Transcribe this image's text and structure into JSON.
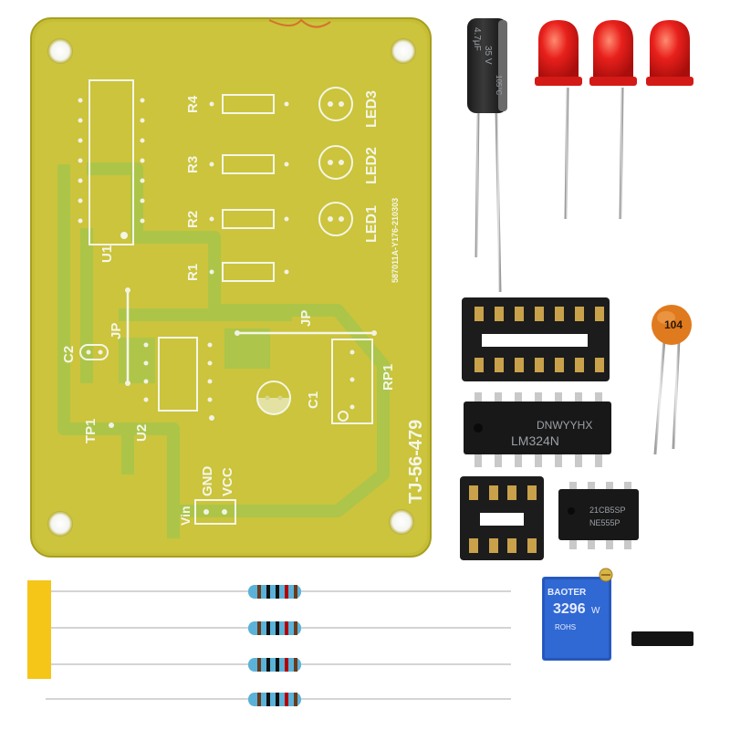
{
  "board": {
    "title": "TJ-56-479",
    "code": "587011A-Y176-210303",
    "labels": {
      "u1": "U1",
      "u2": "U2",
      "r1": "R1",
      "r2": "R2",
      "r3": "R3",
      "r4": "R4",
      "led1": "LED1",
      "led2": "LED2",
      "led3": "LED3",
      "c1": "C1",
      "c2": "C2",
      "jp_left": "JP",
      "jp_top": "JP",
      "rp1": "RP1",
      "tp1": "TP1",
      "vin": "Vin",
      "gnd": "GND",
      "vcc": "VCC"
    }
  },
  "parts": {
    "cap_marking": [
      "4.7μF",
      "35 V",
      "105°C"
    ],
    "ceramic_marking": "104",
    "chip_large_marking": [
      "LM324N",
      "DNWYYHX"
    ],
    "chip_small_marking": [
      "NE555P",
      "21CB5SP"
    ],
    "pot_marking": [
      "BAOTER",
      "3296",
      "W",
      "ROHS"
    ]
  },
  "colors": {
    "pcb": "#c9c23a",
    "pcb_edge": "#b8ad25",
    "copper_trace": "#9fc84a",
    "silkscreen": "#f4f6e8",
    "led_red": "#e8201c",
    "resistor_body": "#5ab2d8",
    "pot_blue": "#2b5fc9",
    "ceramic_orange": "#e07a1e",
    "tape_yellow": "#f5c518"
  }
}
